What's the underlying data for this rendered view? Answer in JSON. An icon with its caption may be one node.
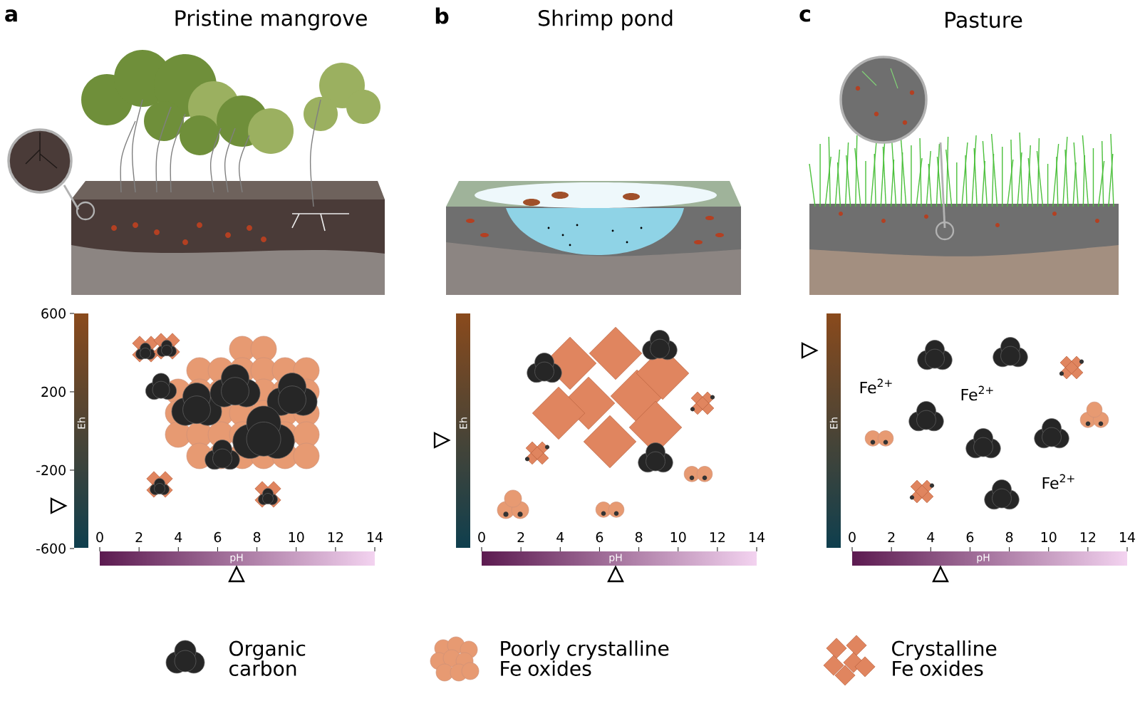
{
  "diagram": {
    "labels": [
      "a",
      "Pristine mangrove",
      "b",
      "Shrimp pond",
      "c",
      "Pasture",
      "600",
      "200",
      "-200",
      "-600",
      "Eh",
      "0",
      "2",
      "4",
      "6",
      "8",
      "10",
      "12",
      "14",
      "pH",
      "Eh",
      "0",
      "2",
      "4",
      "6",
      "8",
      "10",
      "12",
      "14",
      "pH",
      "Eh",
      "Fe$^{2+}$",
      "Fe$^{2+}$",
      "Fe$^{2+}$",
      "0",
      "2",
      "4",
      "6",
      "8",
      "10",
      "12",
      "14",
      "pH"
    ],
    "legend": [
      {
        "text": "Organic carbon"
      },
      {
        "text": "Poorly crystalline Fe oxides"
      },
      {
        "text": "Crystalline Fe oxides"
      }
    ]
  }
}
